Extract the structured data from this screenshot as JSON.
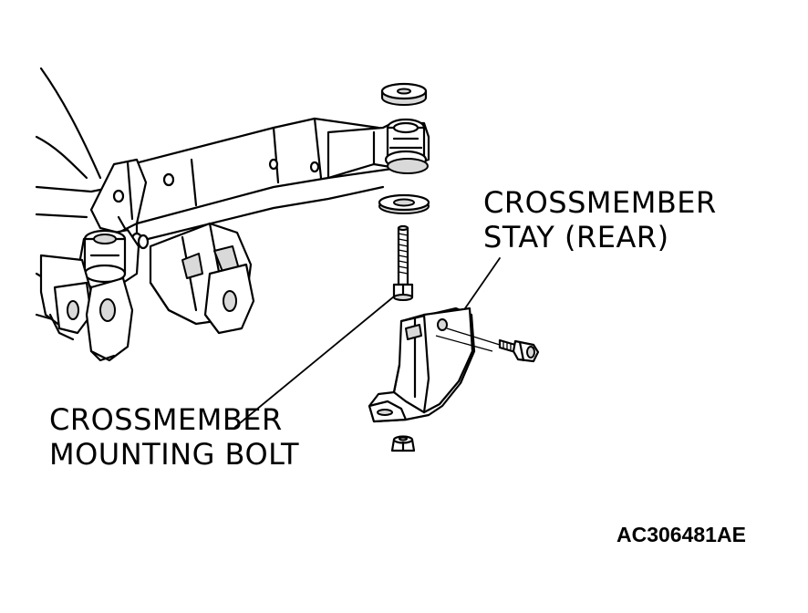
{
  "labels": {
    "stay_line1": "CROSSMEMBER",
    "stay_line2": "STAY (REAR)",
    "bolt_line1": "CROSSMEMBER",
    "bolt_line2": "MOUNTING BOLT"
  },
  "figure_code": "AC306481AE"
}
